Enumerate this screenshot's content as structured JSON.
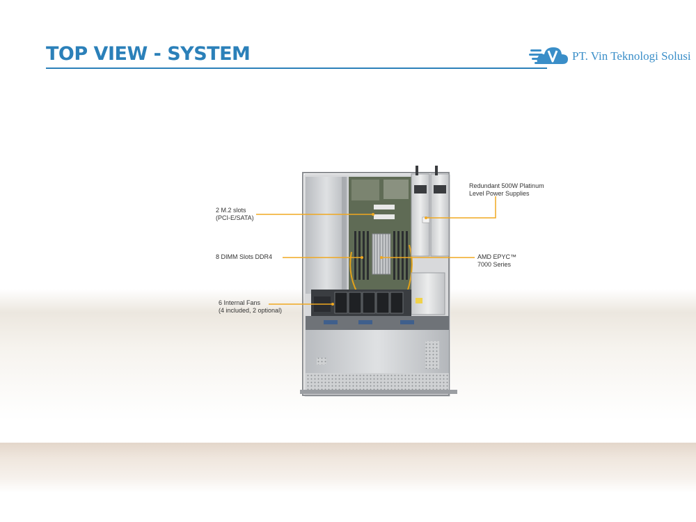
{
  "slide": {
    "title": "TOP VIEW - SYSTEM",
    "accent_color": "#2b80b9",
    "callout_line_color": "#f0a820"
  },
  "logo": {
    "icon": "cloud-v-icon",
    "company_name": "PT. Vin Teknologi Solusi"
  },
  "callouts": {
    "m2": {
      "line1": "2 M.2 slots",
      "line2": "(PCI-E/SATA)"
    },
    "dimm": {
      "line1": "8 DIMM Slots DDR4"
    },
    "fans": {
      "line1": "6 Internal  Fans",
      "line2": "(4 included, 2 optional)"
    },
    "psu": {
      "line1": "Redundant  500W Platinum",
      "line2": "Level Power Supplies"
    },
    "cpu": {
      "line1": "AMD EPYC™",
      "line2": "7000 Series"
    }
  }
}
